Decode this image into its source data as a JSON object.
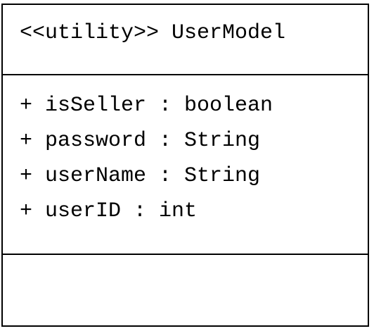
{
  "class_box": {
    "title": "<<utility>> UserModel",
    "attributes": [
      "+ isSeller : boolean",
      "+ password : String",
      "+ userName : String",
      "+ userID : int"
    ],
    "operations": []
  }
}
